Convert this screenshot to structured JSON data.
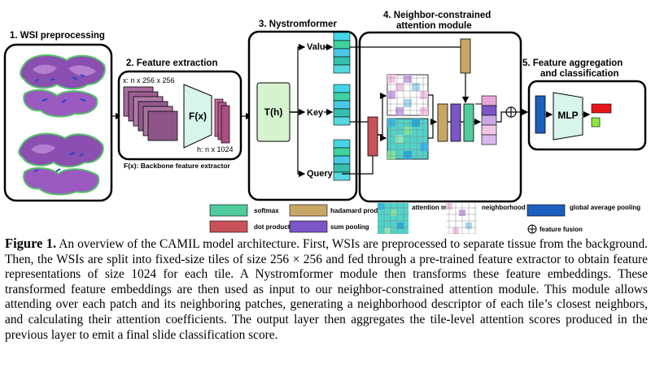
{
  "stages": {
    "s1": "1. WSI preprocessing",
    "s2": "2. Feature extraction",
    "s3": "3. Nystromformer",
    "s4_line1": "4. Neighbor-constrained",
    "s4_line2": "attention module",
    "s5_line1": "5. Feature aggregation",
    "s5_line2": "and classification"
  },
  "feature_extraction": {
    "input_dims": "x: n x 256 x 256",
    "extractor": "F(x)",
    "output_dims": "h: n x 1024",
    "note": "F(x): Backbone feature extractor"
  },
  "nystromformer": {
    "block": "T(h)",
    "value": "Value",
    "key": "Key",
    "query": "Query"
  },
  "classifier": {
    "mlp": "MLP"
  },
  "legend": {
    "softmax": "softmax",
    "hadamard": "hadamard product",
    "attention_matrix": "attention matrix",
    "neighborhood_mask": "neighborhood mask",
    "gap": "global average pooling",
    "dot": "dot product",
    "sum_pool": "sum pooling",
    "fusion": "feature fusion"
  },
  "colors": {
    "softmax": "#4fcb9c",
    "hadamard": "#c8a766",
    "dot": "#c9525a",
    "sum_pool": "#7b56c6",
    "gap": "#1c5fbf",
    "tissue": "#8a4fb0",
    "output_red": "#e8151b",
    "output_green": "#8ee83a"
  },
  "caption": {
    "label": "Figure 1.",
    "text": "An overview of the CAMIL model architecture. First, WSIs are preprocessed to separate tissue from the background. Then, the WSIs are split into fixed-size tiles of size 256 × 256 and fed through a pre-trained feature extractor to obtain feature representations of size 1024 for each tile. A Nystromformer module then transforms these feature embeddings. These transformed feature embeddings are then used as input to our neighbor-constrained attention module. This module allows attending over each patch and its neighboring patches, generating a neighborhood descriptor of each tile’s closest neighbors, and calculating their attention coefficients. The output layer then aggregates the tile-level attention scores produced in the previous layer to emit a final slide classification score."
  }
}
